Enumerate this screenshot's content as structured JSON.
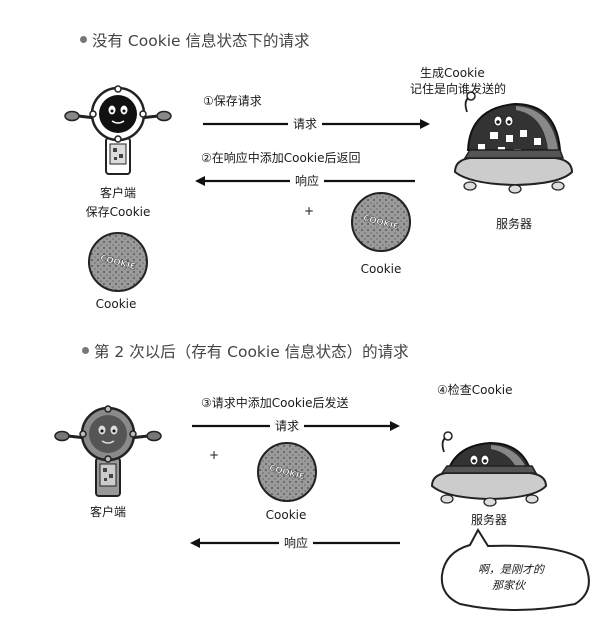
{
  "section1": {
    "title": "没有 Cookie 信息状态下的请求",
    "step1": "①保存请求",
    "request_label": "请求",
    "step2": "②在响应中添加Cookie后返回",
    "response_label": "响应",
    "server_note_line1": "生成Cookie",
    "server_note_line2": "记住是向谁发送的",
    "client_label": "客户端",
    "client_sub": "保存Cookie",
    "server_label": "服务器",
    "plus": "+",
    "cookie_caption_mid": "Cookie",
    "cookie_caption_left": "Cookie"
  },
  "section2": {
    "title": "第 2 次以后（存有 Cookie 信息状态）的请求",
    "step3": "③请求中添加Cookie后发送",
    "request_label": "请求",
    "step4": "④检查Cookie",
    "client_label": "客户端",
    "server_label": "服务器",
    "plus": "+",
    "cookie_caption": "Cookie",
    "response_label": "响应",
    "bubble_line1": "啊，是刚才的",
    "bubble_line2": "那家伙"
  },
  "cookie_text": "COOKIE"
}
